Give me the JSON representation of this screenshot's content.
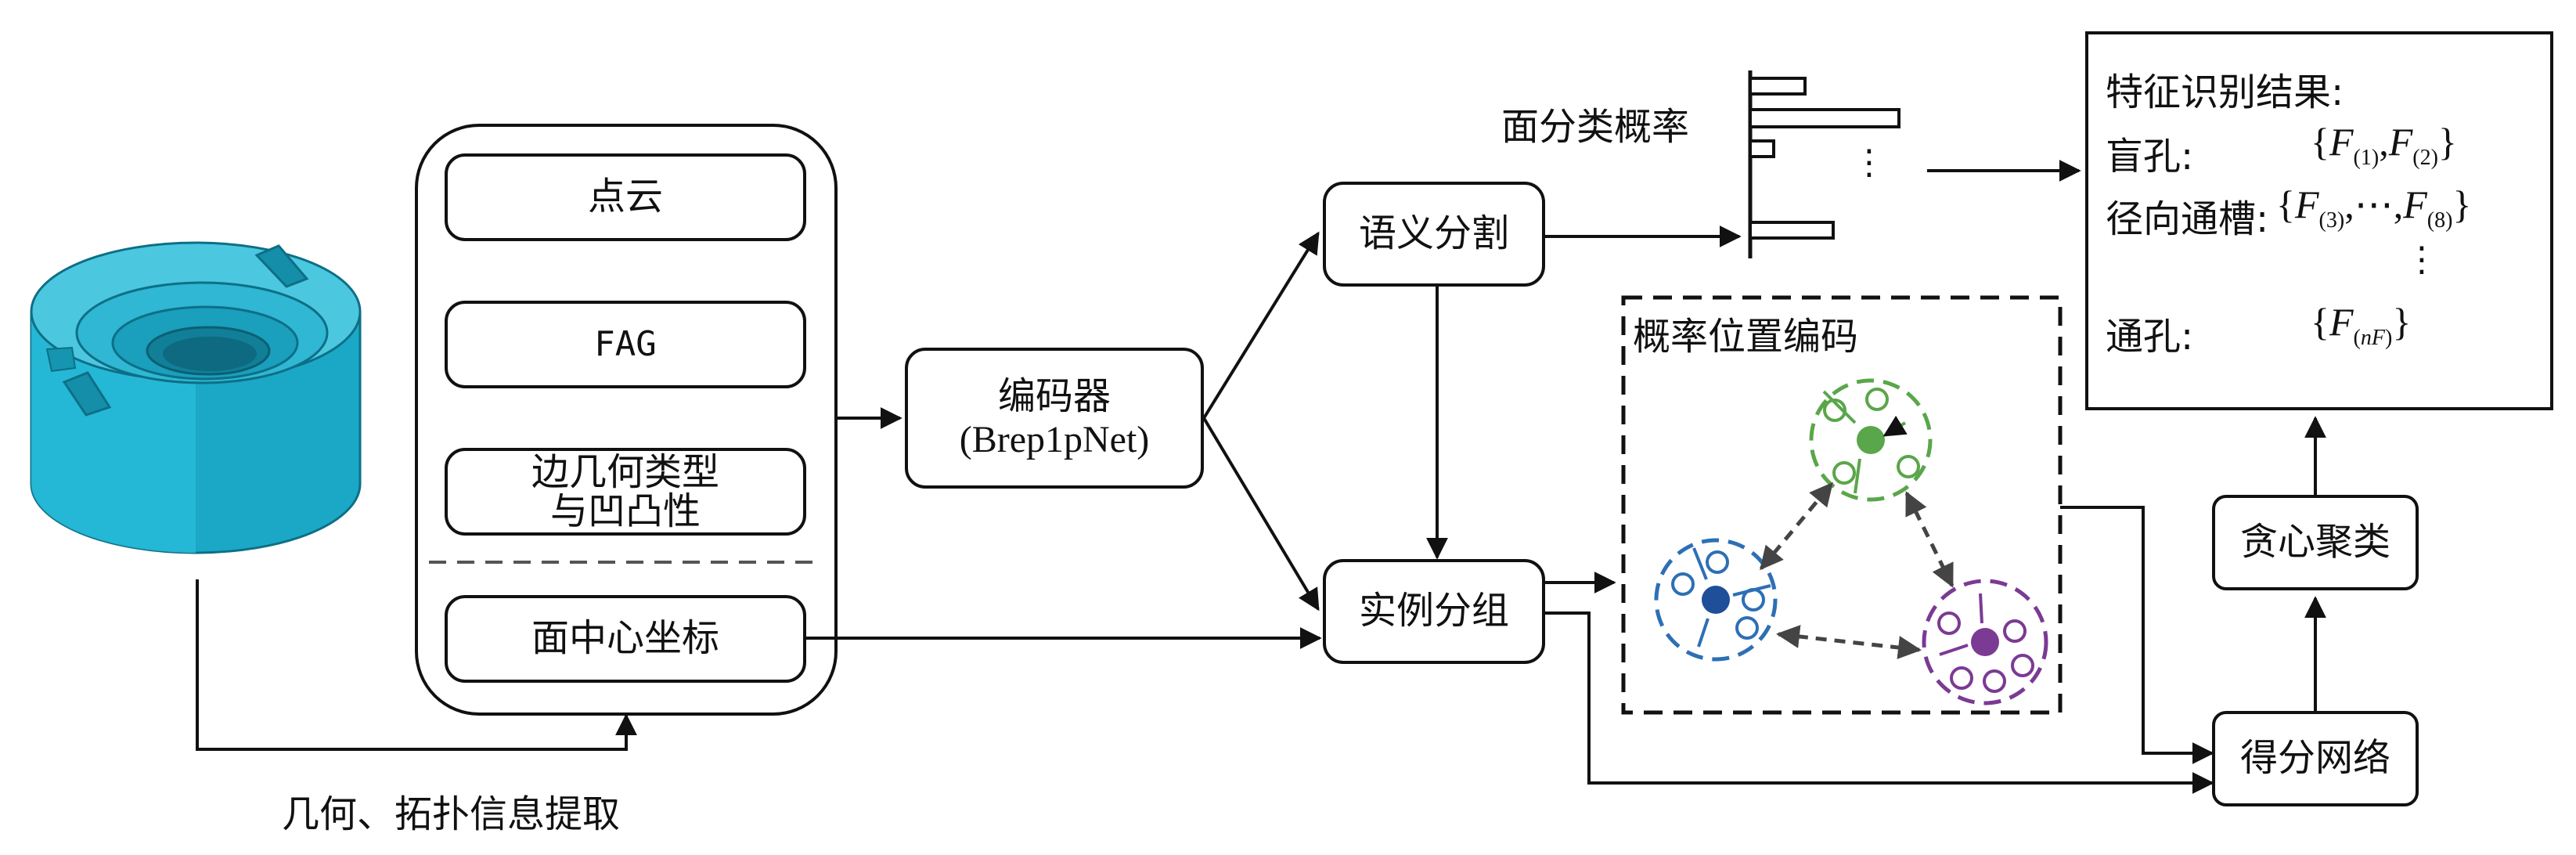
{
  "input_caption": "几何、拓扑信息提取",
  "features": {
    "item1": "点云",
    "item2": "FAG",
    "item3_line1": "边几何类型",
    "item3_line2": "与凹凸性",
    "item4": "面中心坐标"
  },
  "encoder": {
    "line1": "编码器",
    "line2": "(Brep1pNet)"
  },
  "semantic_seg": "语义分割",
  "instance_group": "实例分组",
  "face_prob_label": "面分类概率",
  "prob_encoding_title": "概率位置编码",
  "score_net": "得分网络",
  "greedy_cluster": "贪心聚类",
  "result": {
    "title": "特征识别结果:",
    "rows": [
      {
        "name": "盲孔:",
        "set_html": "{<i>F</i><sub>(1)</sub>,<i>F</i><sub>(2)</sub>}"
      },
      {
        "name": "径向通槽:",
        "set_html": "{<i>F</i><sub>(3)</sub>,⋯,<i>F</i><sub>(8)</sub>}"
      },
      {
        "name": "通孔:",
        "set_html": "{<i>F</i><sub>(<i>nF</i>)</sub>}"
      }
    ],
    "ellipsis": "⋮"
  },
  "hist_ellipsis": "⋮",
  "colors": {
    "part_fill": "#1fb0cf",
    "part_dark": "#138ea9",
    "part_light": "#5fd0e6",
    "cluster_green": "#5aa64a",
    "cluster_blue": "#2d6fb5",
    "cluster_purple": "#7b3a93",
    "line": "#111111",
    "dash": "#444444"
  }
}
